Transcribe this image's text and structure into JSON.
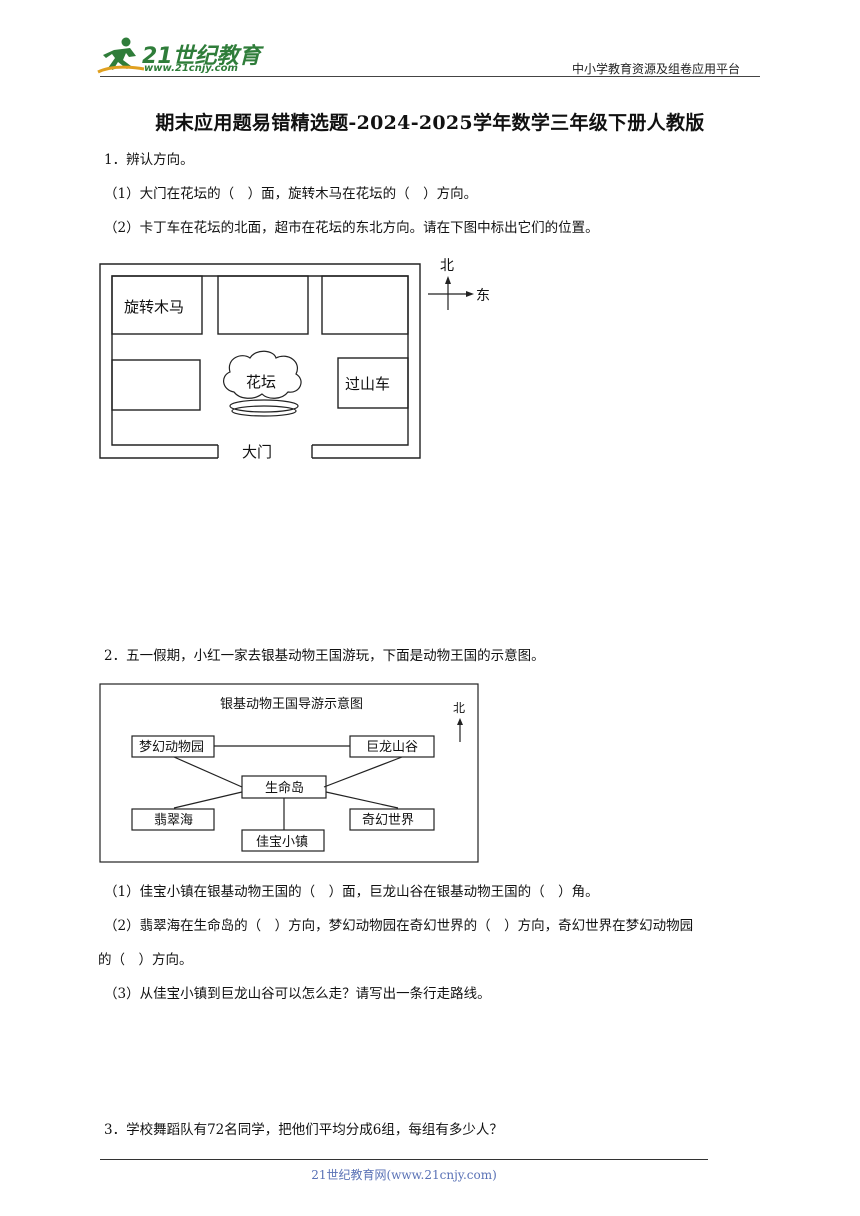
{
  "header": {
    "logo_main": "21世纪教育",
    "logo_url": "www.21cnjy.com",
    "tagline": "中小学教育资源及组卷应用平台"
  },
  "title": "期末应用题易错精选题-2024-2025学年数学三年级下册人教版",
  "q1": {
    "stem": "1．辨认方向。",
    "part1": "（1）大门在花坛的（　）面，旋转木马在花坛的（　）方向。",
    "part2": "（2）卡丁车在花坛的北面，超市在花坛的东北方向。请在下图中标出它们的位置。",
    "map": {
      "carousel": "旋转木马",
      "flowerbed": "花坛",
      "coaster": "过山车",
      "gate": "大门",
      "north": "北",
      "east": "东"
    }
  },
  "q2": {
    "stem": "2．五一假期，小红一家去银基动物王国游玩，下面是动物王国的示意图。",
    "map": {
      "title": "银基动物王国导游示意图",
      "north": "北",
      "dream_zoo": "梦幻动物园",
      "dragon_valley": "巨龙山谷",
      "life_island": "生命岛",
      "jade_sea": "翡翠海",
      "fantasy_world": "奇幻世界",
      "treasure_town": "佳宝小镇"
    },
    "part1": "（1）佳宝小镇在银基动物王国的（　）面，巨龙山谷在银基动物王国的（　）角。",
    "part2a": "（2）翡翠海在生命岛的（　）方向，梦幻动物园在奇幻世界的（　）方向，奇幻世界在梦幻动物园",
    "part2b": "的（　）方向。",
    "part3": "（3）从佳宝小镇到巨龙山谷可以怎么走？请写出一条行走路线。"
  },
  "q3": {
    "stem": "3．学校舞蹈队有72名同学，把他们平均分成6组，每组有多少人？"
  },
  "footer": {
    "text": "21世纪教育网(www.21cnjy.com)"
  }
}
